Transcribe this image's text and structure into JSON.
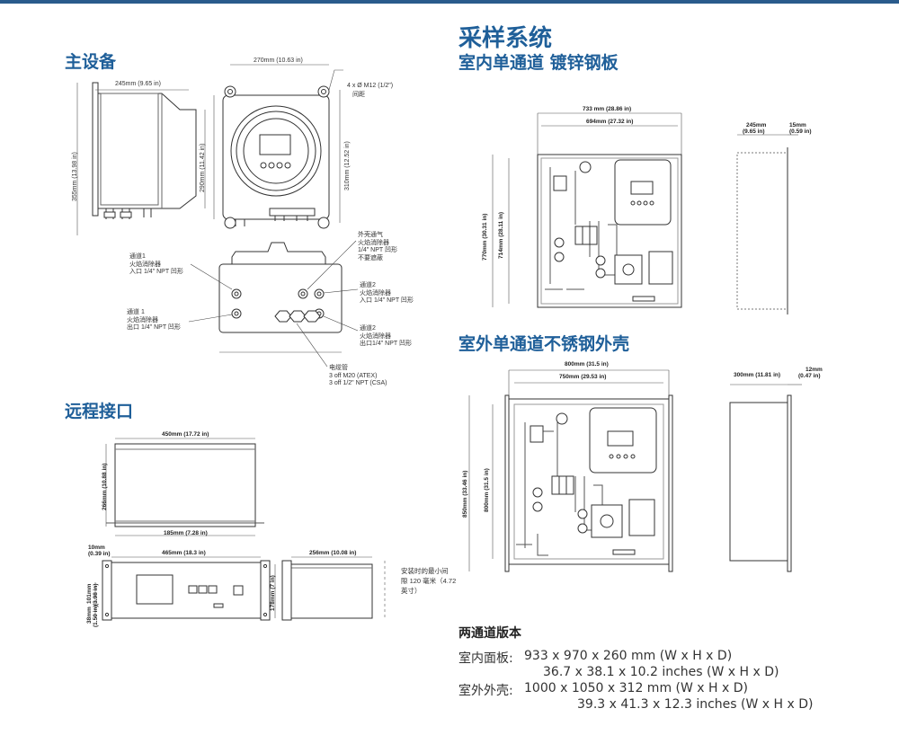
{
  "colors": {
    "heading": "#1f5f99",
    "topbar": "#2a5b8c"
  },
  "headings": {
    "main_device": "主设备",
    "remote": "远程接口",
    "sampling": "采样系统",
    "indoor": "室内单通道 镀锌钢板",
    "outdoor": "室外单通道不锈钢外壳"
  },
  "main_device": {
    "dim_245": "245mm (9.65 in)",
    "dim_355": "355mm (13.98 in)",
    "dim_290": "290mm (11.42 in)",
    "dim_270": "270mm (10.63 in)",
    "dim_310": "310mm (12.52 in)",
    "mount_label_1": "4 x Ø M12 (1/2\")",
    "mount_label_2": "间距",
    "callout_ch1_in": [
      "通道1",
      "火焰消除器",
      "入口 1/4\" NPT 凹形"
    ],
    "callout_ch1_out": [
      "通道 1",
      "火焰消除器",
      "出口 1/4\" NPT 凹形"
    ],
    "callout_vent": [
      "外壳通气",
      "火焰消除器",
      "1/4\" NPT 凹形",
      "不要遮蔽"
    ],
    "callout_ch2_in": [
      "通道2",
      "火焰消除器",
      "入口 1/4\" NPT 凹形"
    ],
    "callout_ch2_out": [
      "通道2",
      "火焰消除器",
      "出口1/4\" NPT 凹形"
    ],
    "callout_conduit": [
      "电缆管",
      "3 off M20 (ATEX)",
      "3 off 1/2\" NPT (CSA)"
    ]
  },
  "remote": {
    "dim_450": "450mm (17.72 in)",
    "dim_266": "266mm (10.88 in)",
    "dim_185": "185mm (7.28 in)",
    "dim_10": "10mm",
    "dim_10_in": "(0.39 in)",
    "dim_465": "465mm (18.3 in)",
    "dim_256": "256mm (10.08 in)",
    "dim_101": "101mm",
    "dim_101_in": "(3.98 in)",
    "dim_38": "38mm",
    "dim_38_in": "(1.50 in)",
    "dim_178": "178mm (7 in)",
    "note": [
      "安装时的最小间",
      "隙 120 毫米（4.72",
      "英寸）"
    ]
  },
  "indoor": {
    "dim_733": "733 mm (28.86 in)",
    "dim_694": "694mm (27.32 in)",
    "dim_770": "770mm (30.31 in)",
    "dim_714": "714mm (28.11 in)",
    "dim_245": "245mm",
    "dim_245_in": "(9.65 in)",
    "dim_15": "15mm",
    "dim_15_in": "(0.59 in)"
  },
  "outdoor": {
    "dim_800": "800mm (31.5 in)",
    "dim_750": "750mm (29.53 in)",
    "dim_850": "850mm (33.46 in)",
    "dim_800v": "800mm (31.5 in)",
    "dim_300": "300mm (11.81 in)",
    "dim_12": "12mm",
    "dim_12_in": "(0.47 in)"
  },
  "specs": {
    "title": "两通道版本",
    "indoor_label": "室内面板:",
    "indoor_mm": "933 x 970 x 260 mm (W x H x D)",
    "indoor_in": "36.7 x 38.1 x 10.2 inches (W x H x D)",
    "outdoor_label": "室外外壳:",
    "outdoor_mm": "1000 x 1050 x 312 mm (W x H x D)",
    "outdoor_in": "39.3 x 41.3 x 12.3 inches (W x H x D)"
  }
}
